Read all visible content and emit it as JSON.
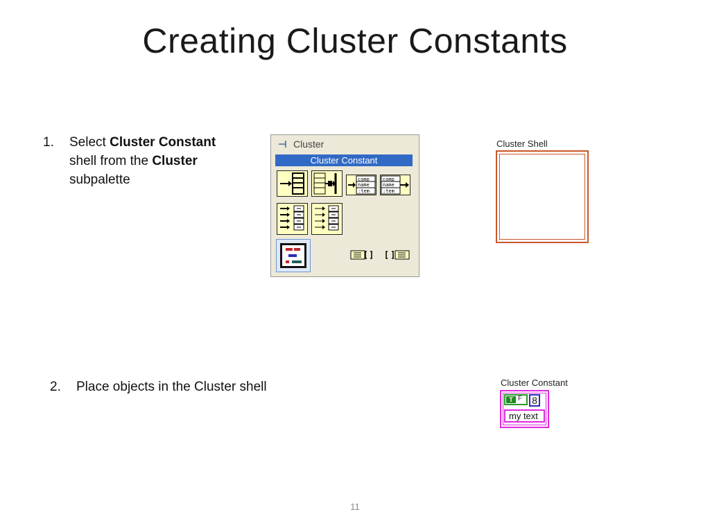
{
  "slide": {
    "title": "Creating Cluster Constants",
    "page_number": "11"
  },
  "steps": [
    {
      "number": "1.",
      "parts": [
        "Select ",
        "Cluster Constant",
        " shell from the ",
        "Cluster",
        " subpalette"
      ]
    },
    {
      "number": "2.",
      "text": "Place objects in the Cluster shell"
    }
  ],
  "palette": {
    "header": "Cluster",
    "selected_item": "Cluster Constant",
    "icons": [
      "bundle-icon",
      "unbundle-icon",
      "bundle-by-name-icon",
      "unbundle-by-name-icon",
      "build-cluster-array-icon",
      "index-and-bundle-cluster-array-icon",
      "cluster-constant-icon",
      "cluster-to-array-icon",
      "array-to-cluster-icon"
    ],
    "icon_text": {
      "comp": "comp",
      "name": "name",
      "item": ":tem"
    }
  },
  "cluster_shell": {
    "label": "Cluster Shell"
  },
  "cluster_constant": {
    "label": "Cluster Constant",
    "bool_text": "T",
    "bool_false": "F",
    "number": "8",
    "string": "my text"
  },
  "colors": {
    "selection": "#316ac5",
    "shell_border": "#c8562a",
    "cluster_pink": "#e028e0",
    "bool_green": "#2a9a2a",
    "numeric_blue": "#2a2ab8"
  }
}
